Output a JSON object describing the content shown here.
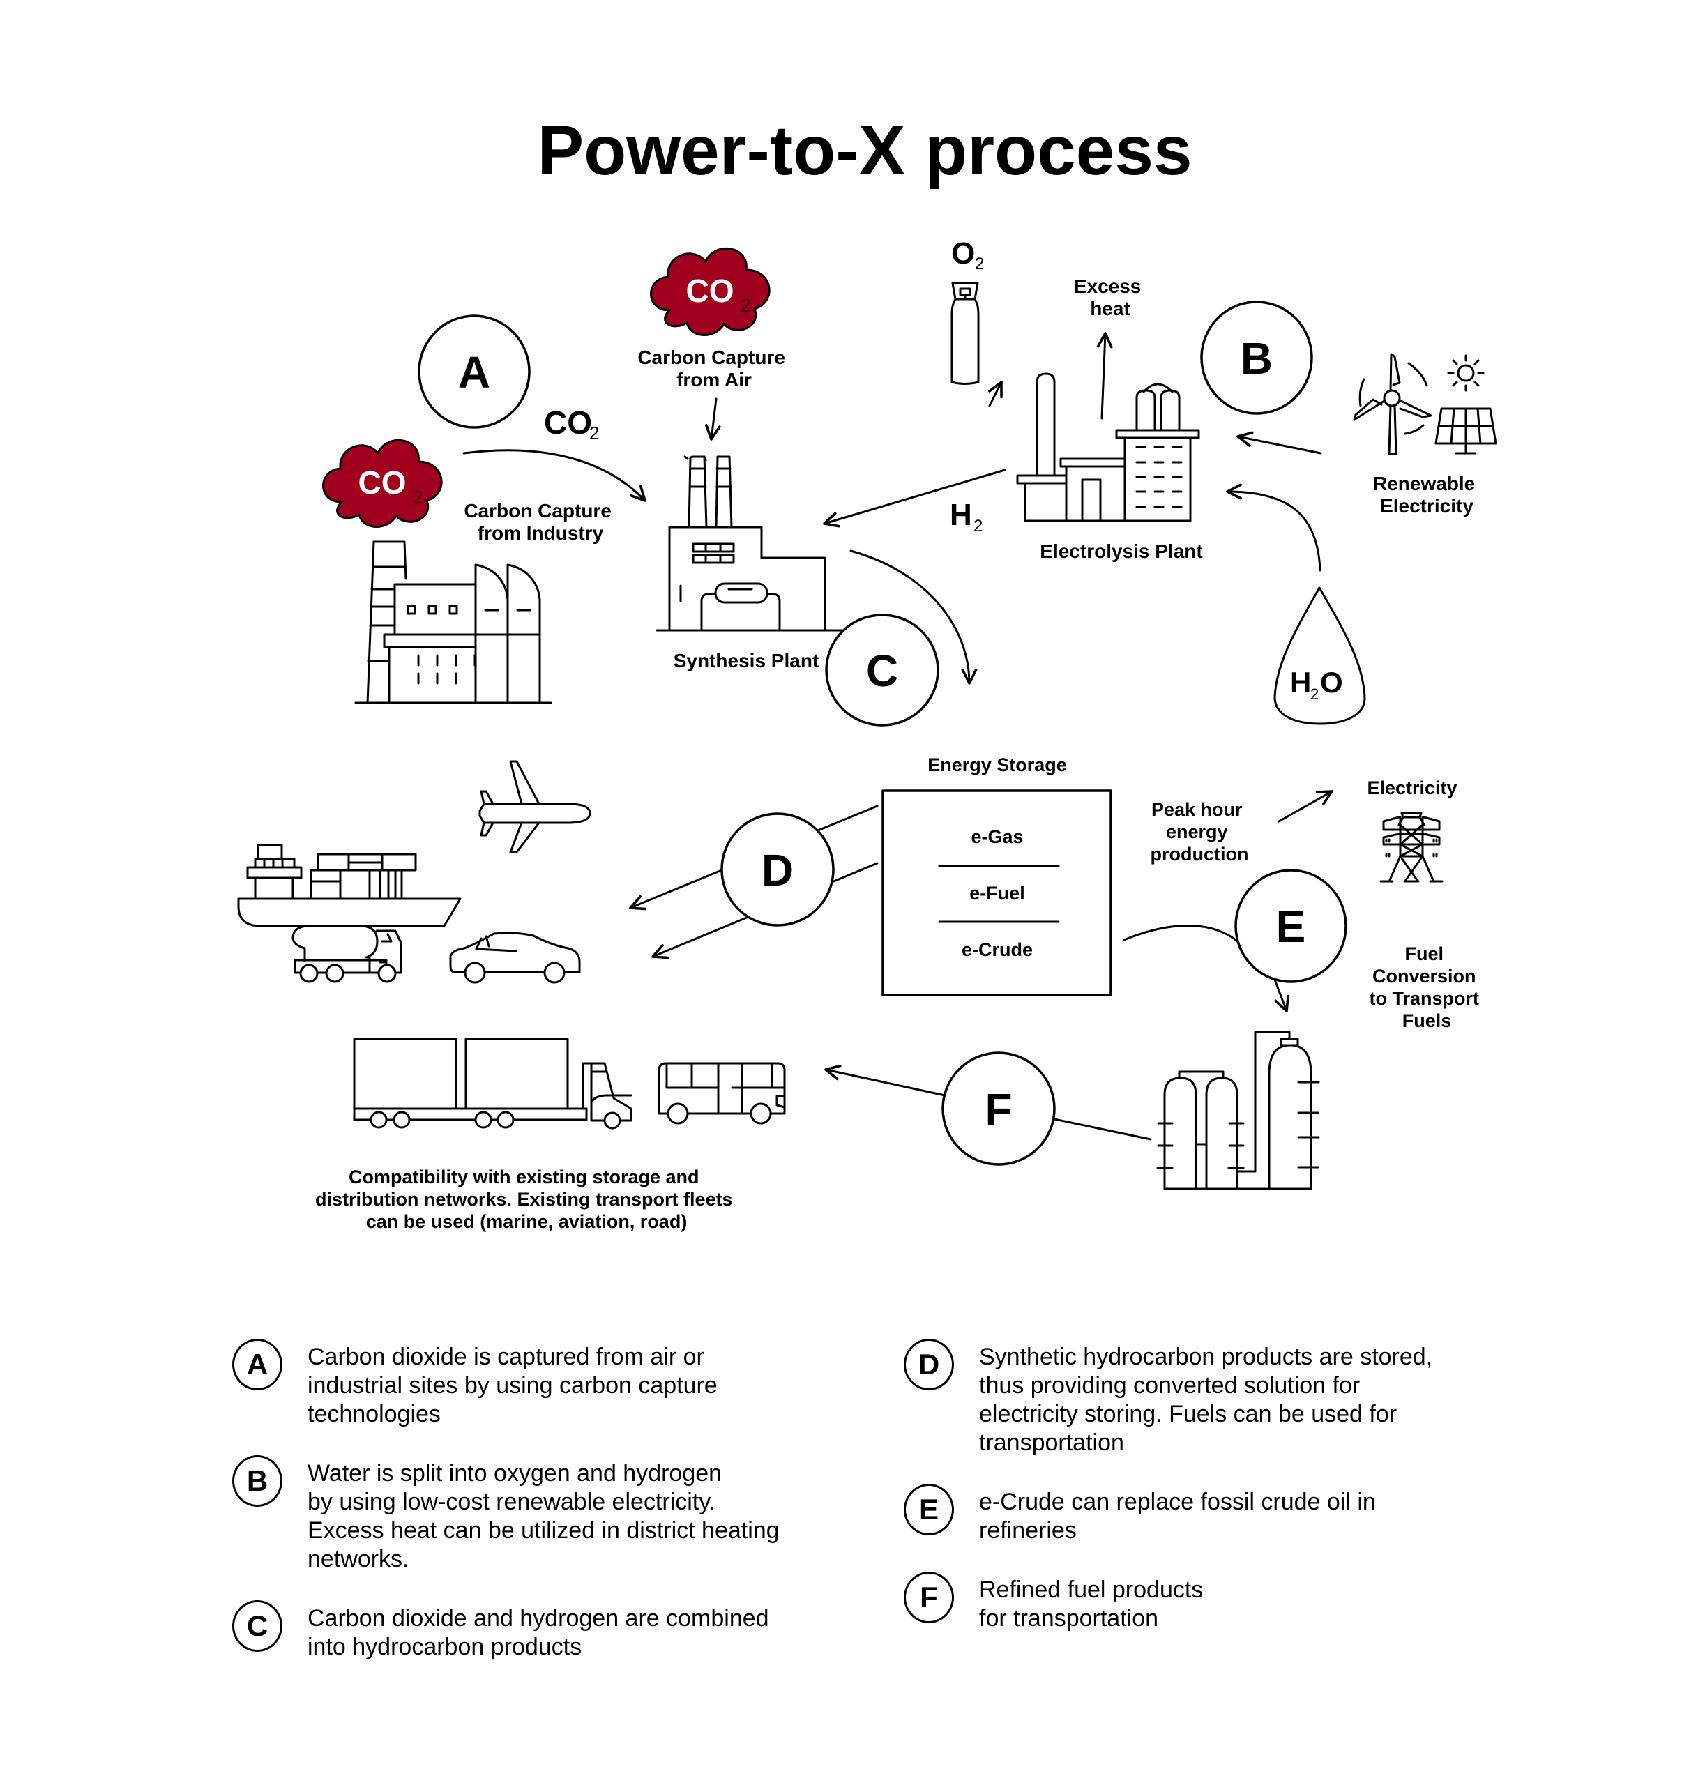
{
  "title": "Power-to-X process",
  "colors": {
    "co2_cloud": "#a0001e",
    "ink": "#000000",
    "background": "#ffffff"
  },
  "stages": {
    "A": {
      "letter": "A"
    },
    "B": {
      "letter": "B"
    },
    "C": {
      "letter": "C"
    },
    "D": {
      "letter": "D"
    },
    "E": {
      "letter": "E"
    },
    "F": {
      "letter": "F"
    }
  },
  "chem": {
    "co2_main": "CO",
    "co2_sub": "2",
    "o2_main": "O",
    "o2_sub": "2",
    "h2_main": "H",
    "h2_sub": "2",
    "h2o_h": "H",
    "h2o_sub": "2",
    "h2o_o": "O"
  },
  "labels": {
    "carbon_capture_air": [
      "Carbon Capture",
      "from Air"
    ],
    "carbon_capture_industry": [
      "Carbon Capture",
      "from Industry"
    ],
    "synthesis_plant": "Synthesis Plant",
    "excess_heat": [
      "Excess",
      "heat"
    ],
    "electrolysis_plant": "Electrolysis Plant",
    "renewable_electricity": [
      "Renewable",
      "Electricity"
    ],
    "energy_storage": "Energy Storage",
    "storage_items": [
      "e-Gas",
      "e-Fuel",
      "e-Crude"
    ],
    "peak_hour": [
      "Peak hour",
      "energy",
      "production"
    ],
    "electricity": "Electricity",
    "fuel_conversion": [
      "Fuel",
      "Conversion",
      "to Transport",
      "Fuels"
    ],
    "compatibility": [
      "Compatibility with existing storage and",
      "distribution networks. Existing transport fleets",
      "can be used (marine, aviation, road)"
    ]
  },
  "icons": [
    "co2-cloud-icon",
    "industry-factory-icon",
    "synthesis-plant-icon",
    "oxygen-cylinder-icon",
    "electrolysis-plant-icon",
    "wind-turbine-icon",
    "sun-icon",
    "solar-panel-icon",
    "water-drop-icon",
    "power-pylon-icon",
    "refinery-icon",
    "airplane-icon",
    "cargo-ship-icon",
    "tanker-truck-icon",
    "car-icon",
    "semi-truck-icon",
    "bus-icon"
  ],
  "legend": [
    {
      "letter": "A",
      "text": "Carbon dioxide is captured from air or\nindustrial sites by using carbon capture\ntechnologies"
    },
    {
      "letter": "B",
      "text": "Water is split into oxygen and hydrogen\nby using low-cost renewable electricity.\nExcess heat can be utilized in district heating\nnetworks."
    },
    {
      "letter": "C",
      "text": "Carbon dioxide and hydrogen are combined\ninto hydrocarbon products"
    },
    {
      "letter": "D",
      "text": "Synthetic hydrocarbon products are stored,\nthus providing converted solution for\nelectricity storing. Fuels can be used for\ntransportation"
    },
    {
      "letter": "E",
      "text": "e-Crude can replace fossil crude oil in\nrefineries"
    },
    {
      "letter": "F",
      "text": "Refined fuel products\nfor transportation"
    }
  ]
}
